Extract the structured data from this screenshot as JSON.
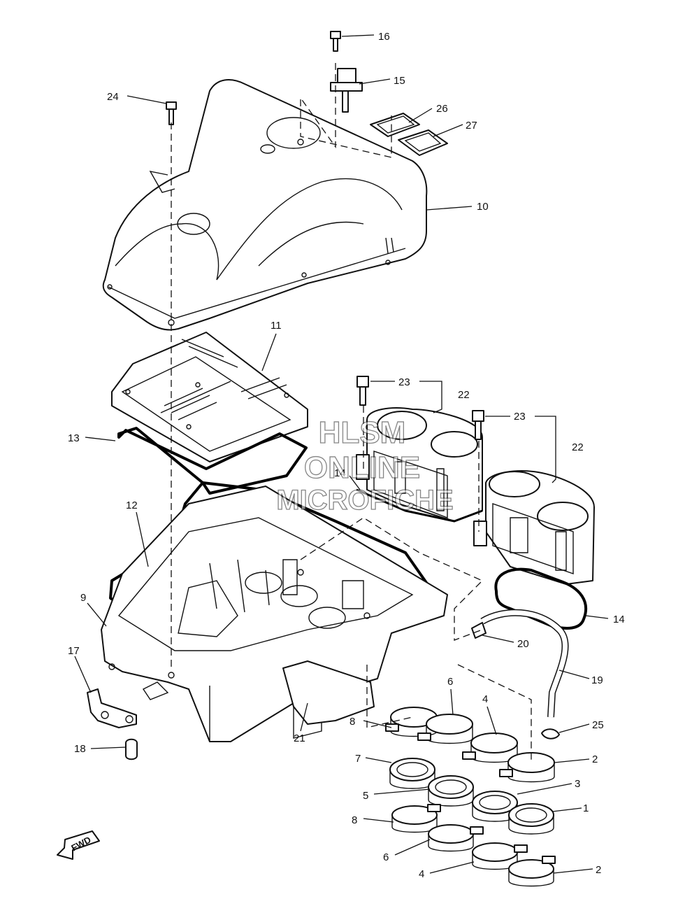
{
  "watermark": {
    "line1": "HLSM",
    "line2": "ONLINE",
    "line3": "MICROFICHE"
  },
  "direction_label": "FWD",
  "callouts": [
    "16",
    "15",
    "24",
    "26",
    "27",
    "10",
    "11",
    "23",
    "22",
    "23",
    "22",
    "13",
    "14",
    "12",
    "9",
    "14",
    "20",
    "17",
    "19",
    "6",
    "4",
    "25",
    "8",
    "2",
    "21",
    "18",
    "7",
    "3",
    "5",
    "1",
    "8",
    "6",
    "4",
    "2"
  ]
}
